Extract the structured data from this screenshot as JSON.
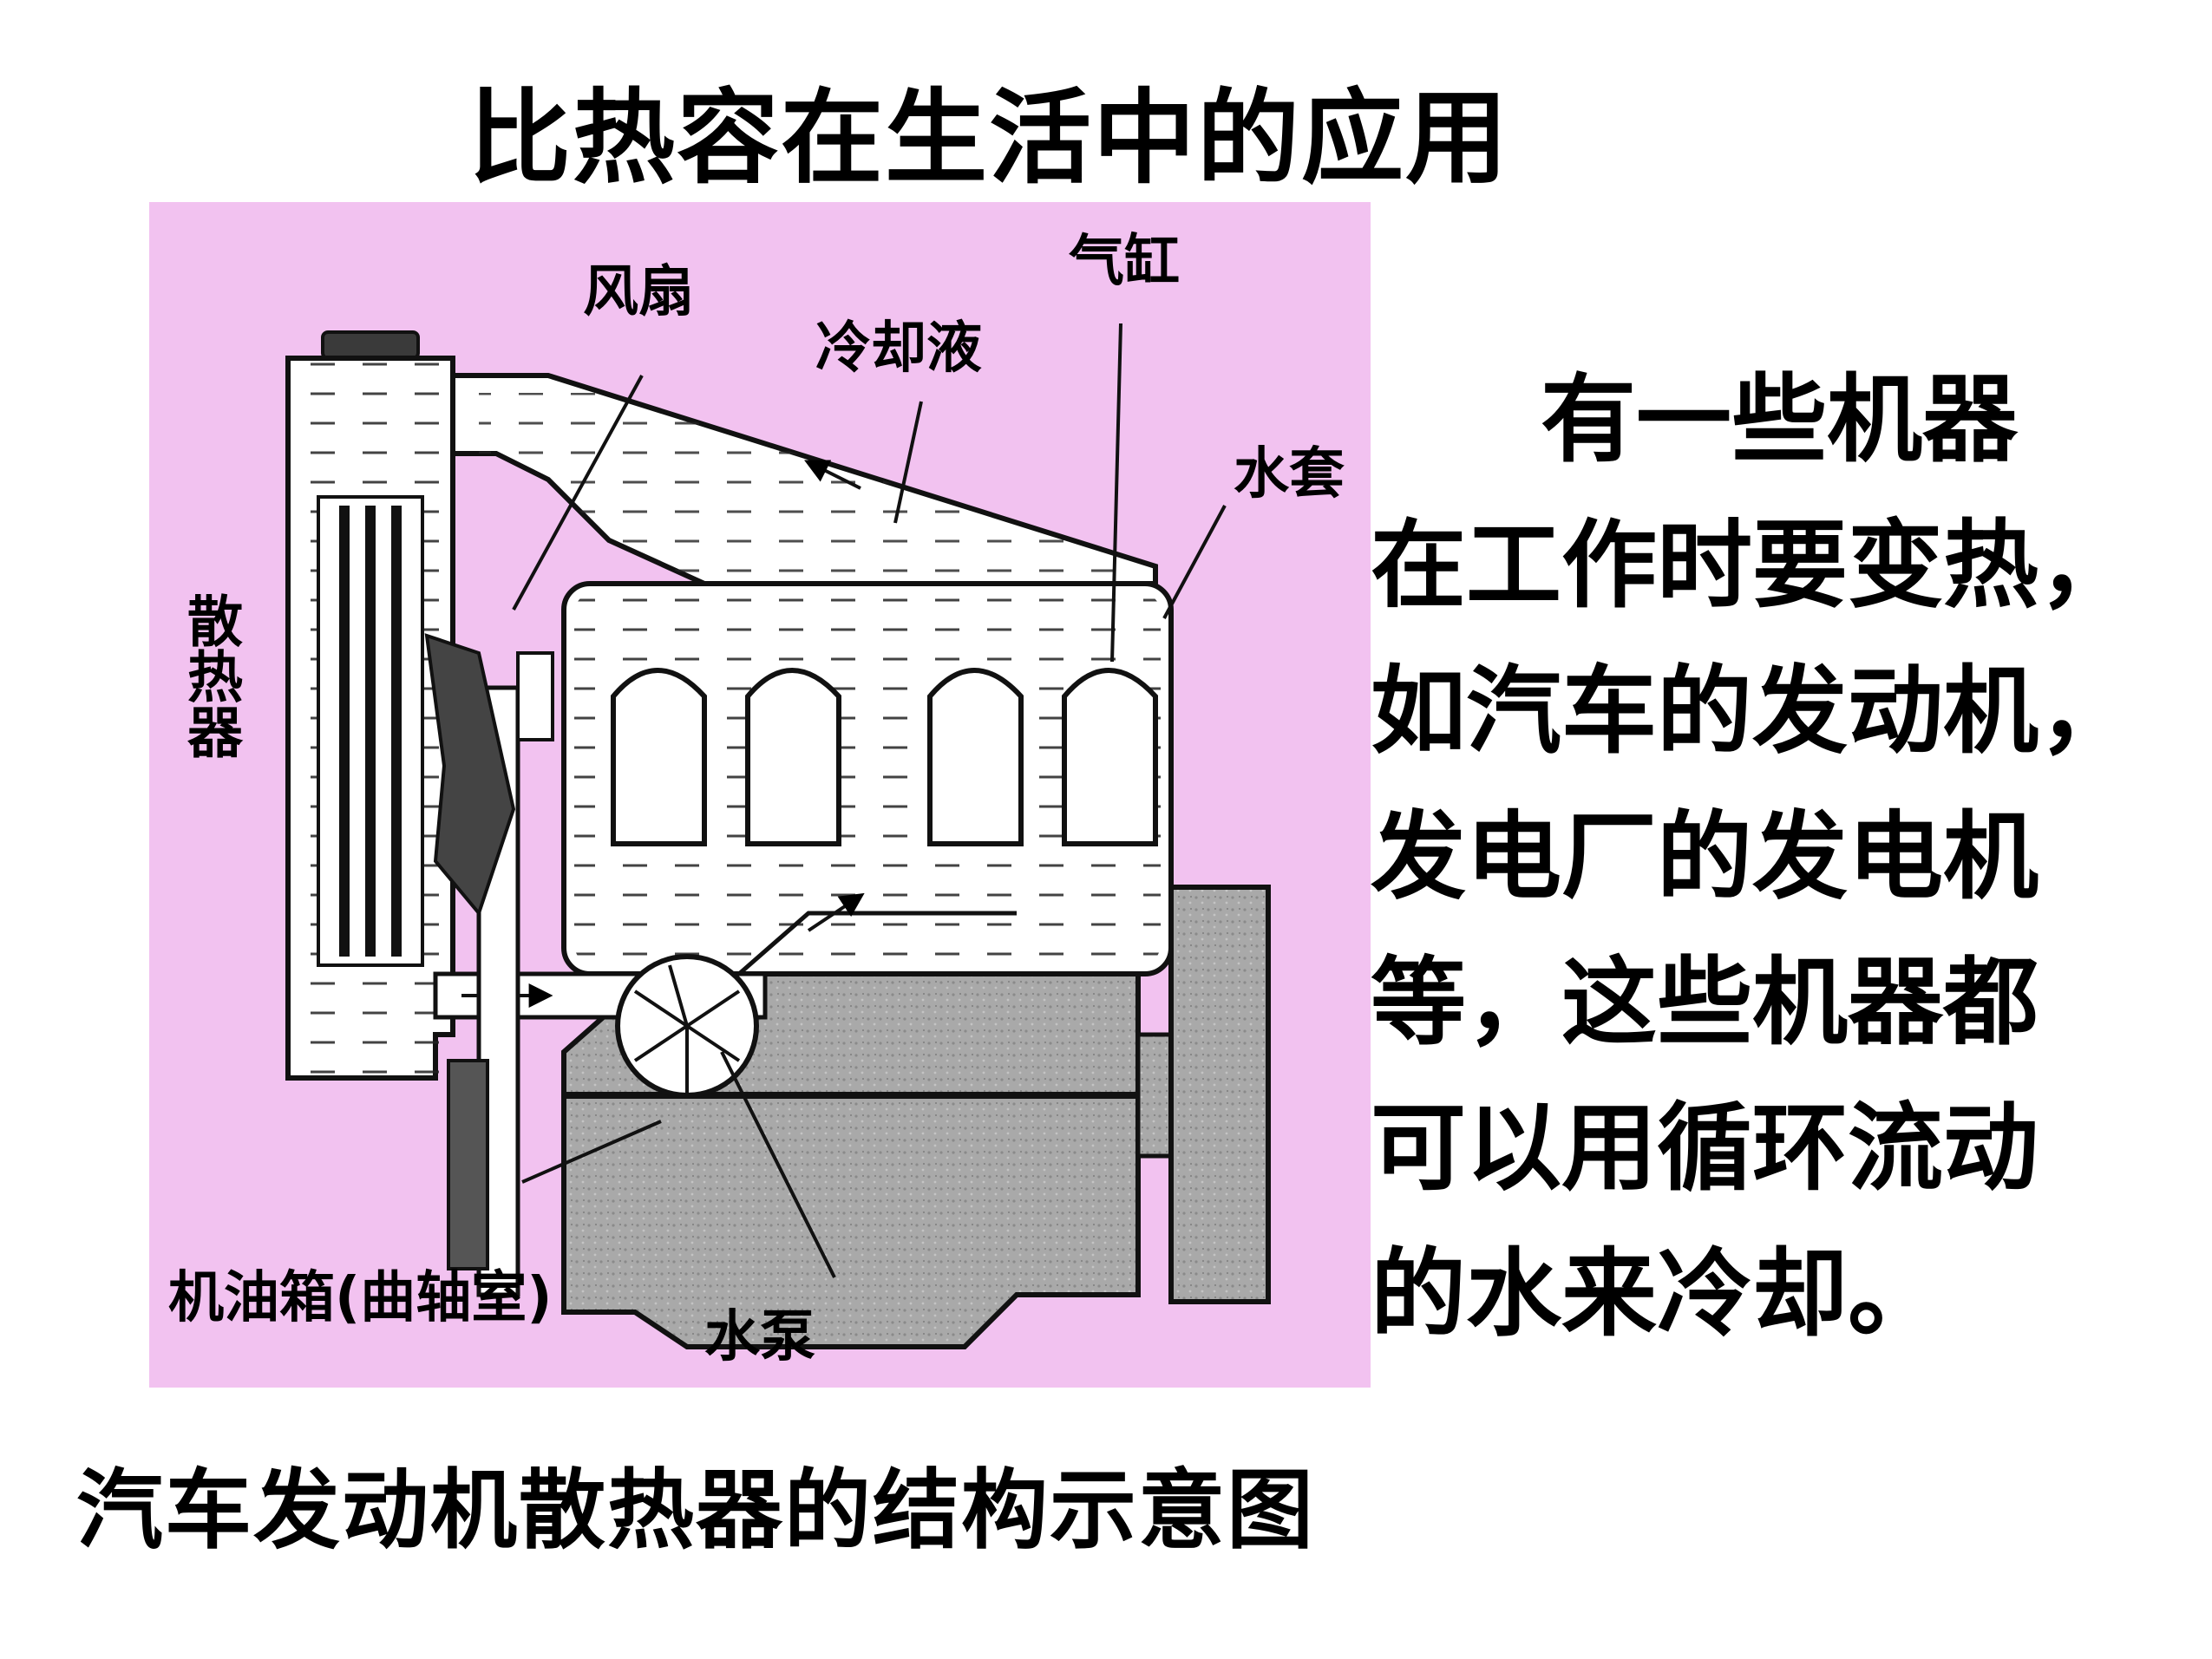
{
  "title": "比热容在生活中的应用",
  "diagram": {
    "background_color": "#f2c2f0",
    "labels": {
      "fan": "风扇",
      "cylinder": "气缸",
      "coolant": "冷却液",
      "water_jacket": "水套",
      "radiator": "散热器",
      "oil_pan": "机油箱(曲轴室)",
      "water_pump": "水泵"
    }
  },
  "body_text": {
    "lines": [
      "有一些机器",
      "在工作时要变热，",
      "如汽车的发动机，",
      "发电厂的发电机",
      "等，这些机器都",
      "可以用循环流动",
      "的水来冷却。"
    ]
  },
  "caption": "汽车发动机散热器的结构示意图"
}
